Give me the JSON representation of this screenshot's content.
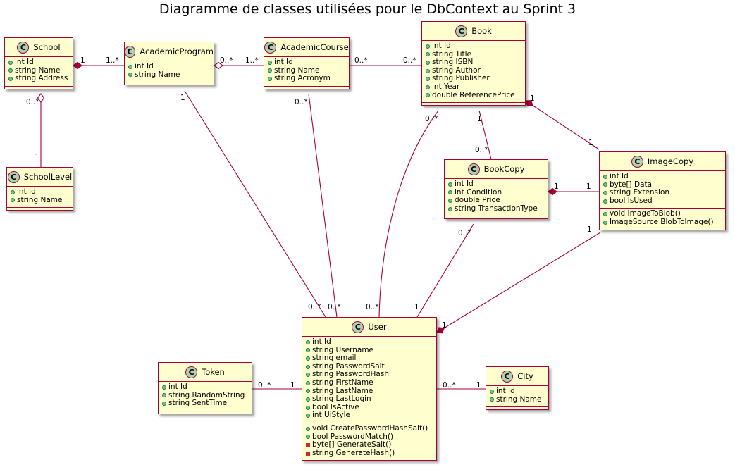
{
  "title": "Diagramme de classes utilisées pour le DbContext au Sprint 3",
  "colors": {
    "class_fill": "#FEFECE",
    "class_border": "#A80036",
    "badge_fill": "#ADD1B2",
    "public_fill": "#84BE84",
    "private_fill": "#C82930"
  },
  "badge_letter": "C",
  "classes": {
    "school": {
      "name": "School",
      "attributes": [
        "int Id",
        "string Name",
        "string Address"
      ]
    },
    "academic_program": {
      "name": "AcademicProgram",
      "attributes": [
        "int Id",
        "string Name"
      ]
    },
    "academic_course": {
      "name": "AcademicCourse",
      "attributes": [
        "int Id",
        "string Name",
        "string Acronym"
      ]
    },
    "book": {
      "name": "Book",
      "attributes": [
        "int Id",
        "string Title",
        "string ISBN",
        "string Author",
        "string Publisher",
        "int Year",
        "double ReferencePrice"
      ]
    },
    "school_level": {
      "name": "SchoolLevel",
      "attributes": [
        "int Id",
        "string Name"
      ]
    },
    "book_copy": {
      "name": "BookCopy",
      "attributes": [
        "int Id",
        "int Condition",
        "double Price",
        "string TransactionType"
      ]
    },
    "image_copy": {
      "name": "ImageCopy",
      "attributes": [
        "int Id",
        "byte[] Data",
        "string Extension",
        "bool IsUsed"
      ],
      "methods": [
        {
          "text": "void ImageToBlob()",
          "visibility": "public"
        },
        {
          "text": "ImageSource BlobToImage()",
          "visibility": "public"
        }
      ]
    },
    "token": {
      "name": "Token",
      "attributes": [
        "int Id",
        "string RandomString",
        "string SentTime"
      ]
    },
    "user": {
      "name": "User",
      "attributes": [
        "int Id",
        "string Username",
        "string email",
        "string PasswordSalt",
        "string PasswordHash",
        "string FirstName",
        "string LastName",
        "string LastLogin",
        "bool IsActive",
        "int UiStyle"
      ],
      "methods": [
        {
          "text": "void CreatePasswordHashSalt()",
          "visibility": "public"
        },
        {
          "text": "bool PasswordMatch()",
          "visibility": "public"
        },
        {
          "text": "byte[] GenerateSalt()",
          "visibility": "private"
        },
        {
          "text": "string GenerateHash()",
          "visibility": "private"
        }
      ]
    },
    "city": {
      "name": "City",
      "attributes": [
        "int Id",
        "string Name"
      ]
    }
  },
  "relations": [
    {
      "from": "school",
      "to": "academic_program",
      "from_mult": "1",
      "to_mult": "1..*",
      "kind": "composition"
    },
    {
      "from": "academic_program",
      "to": "academic_course",
      "from_mult": "0..*",
      "to_mult": "1..*",
      "kind": "aggregation"
    },
    {
      "from": "academic_course",
      "to": "book",
      "from_mult": "0..*",
      "to_mult": "0..*",
      "kind": "association"
    },
    {
      "from": "school",
      "to": "school_level",
      "from_mult": "0..*",
      "to_mult": "1",
      "kind": "aggregation"
    },
    {
      "from": "academic_program",
      "to": "user",
      "from_mult": "1",
      "to_mult": "0..*",
      "kind": "association"
    },
    {
      "from": "academic_course",
      "to": "user",
      "from_mult": "0..*",
      "to_mult": "0..*",
      "kind": "association"
    },
    {
      "from": "book",
      "to": "user",
      "from_mult": "0..*",
      "to_mult": "0..*",
      "kind": "association"
    },
    {
      "from": "book",
      "to": "book_copy",
      "from_mult": "1",
      "to_mult": "0..*",
      "kind": "association"
    },
    {
      "from": "book",
      "to": "image_copy",
      "from_mult": "1",
      "to_mult": "1",
      "kind": "composition"
    },
    {
      "from": "book_copy",
      "to": "image_copy",
      "from_mult": "1",
      "to_mult": "1",
      "kind": "composition"
    },
    {
      "from": "book_copy",
      "to": "user",
      "from_mult": "0..*",
      "to_mult": "1",
      "kind": "association"
    },
    {
      "from": "image_copy",
      "to": "user",
      "from_mult": "1",
      "to_mult": "1",
      "kind": "composition"
    },
    {
      "from": "token",
      "to": "user",
      "from_mult": "0..*",
      "to_mult": "1",
      "kind": "association"
    },
    {
      "from": "user",
      "to": "city",
      "from_mult": "0..*",
      "to_mult": "1",
      "kind": "association"
    }
  ]
}
